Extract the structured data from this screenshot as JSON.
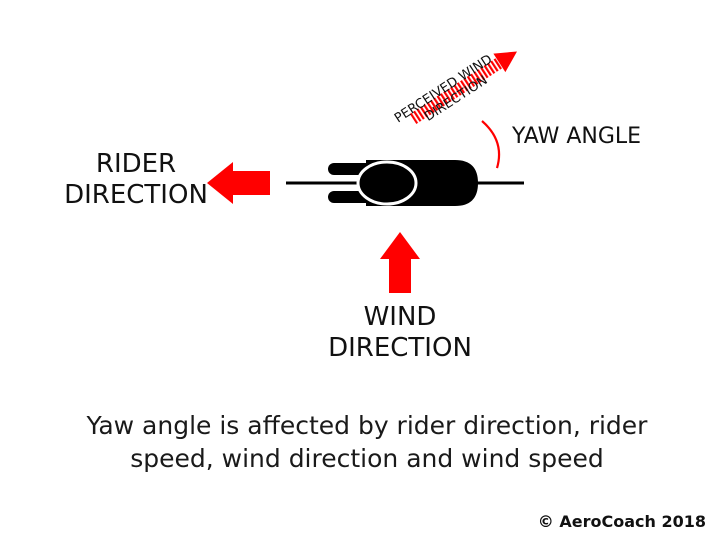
{
  "labels": {
    "rider_direction_line1": "RIDER",
    "rider_direction_line2": "DIRECTION",
    "wind_direction_line1": "WIND",
    "wind_direction_line2": "DIRECTION",
    "yaw_angle": "YAW ANGLE",
    "perceived_wind_line1": "PERCEIVED WIND",
    "perceived_wind_line2": "DIRECTION"
  },
  "caption_line1": "Yaw angle is affected by rider direction, rider",
  "caption_line2": "speed, wind direction and wind speed",
  "copyright": "© AeroCoach 2018",
  "colors": {
    "arrow": "#ff0000",
    "rider": "#000000",
    "text": "#111111"
  }
}
